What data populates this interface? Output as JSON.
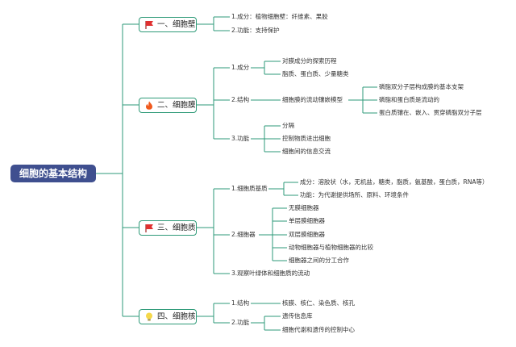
{
  "root": {
    "label": "细胞的基本结构"
  },
  "sections": [
    {
      "label": "一、细胞壁",
      "icon": "red-flag-icon",
      "items": [
        {
          "label": "1.成分：植物细胞壁：纤维素、果胶"
        },
        {
          "label": "2.功能：支持保护"
        }
      ]
    },
    {
      "label": "二、细胞膜",
      "icon": "fire-icon",
      "items": [
        {
          "label": "1.成分",
          "children": [
            "对膜成分的探索历程",
            "脂质、蛋白质、少量糖类"
          ]
        },
        {
          "label": "2.结构",
          "child": "细胞膜的流动镶嵌模型",
          "grandchildren": [
            "磷脂双分子层构成膜的基本支架",
            "磷脂和蛋白质是流动的",
            "蛋白质镶在、嵌入、贯穿磷脂双分子层"
          ]
        },
        {
          "label": "3.功能",
          "children": [
            "分隔",
            "控制物质进出细胞",
            "细胞间的信息交流"
          ]
        }
      ]
    },
    {
      "label": "三、细胞质",
      "icon": "red-flag-icon",
      "items": [
        {
          "label": "1.细胞质基质",
          "children": [
            "成分：溶胶状（水，无机盐，糖类，脂质，氨基酸，蛋白质，RNA等）",
            "功能：为代谢提供场所、原料、环境条件"
          ]
        },
        {
          "label": "2.细胞器",
          "children": [
            "无膜细胞器",
            "单层膜细胞器",
            "双层膜细胞器",
            "动物细胞器与植物细胞器的比较",
            "细胞器之间的分工合作"
          ]
        },
        {
          "label": "3.观察叶绿体和细胞质的流动"
        }
      ]
    },
    {
      "label": "四、细胞核",
      "icon": "lightbulb-icon",
      "items": [
        {
          "label": "1.结构",
          "children": [
            "核膜、核仁、染色质、核孔"
          ]
        },
        {
          "label": "2.功能",
          "children": [
            "遗传信息库",
            "细胞代谢和遗传的控制中心"
          ]
        }
      ]
    }
  ],
  "colors": {
    "root_fill": "#3f4f8f",
    "line": "#2e9a78",
    "flag": "#e03030",
    "fire": "#f05a1e",
    "bulb": "#f5d84a"
  }
}
